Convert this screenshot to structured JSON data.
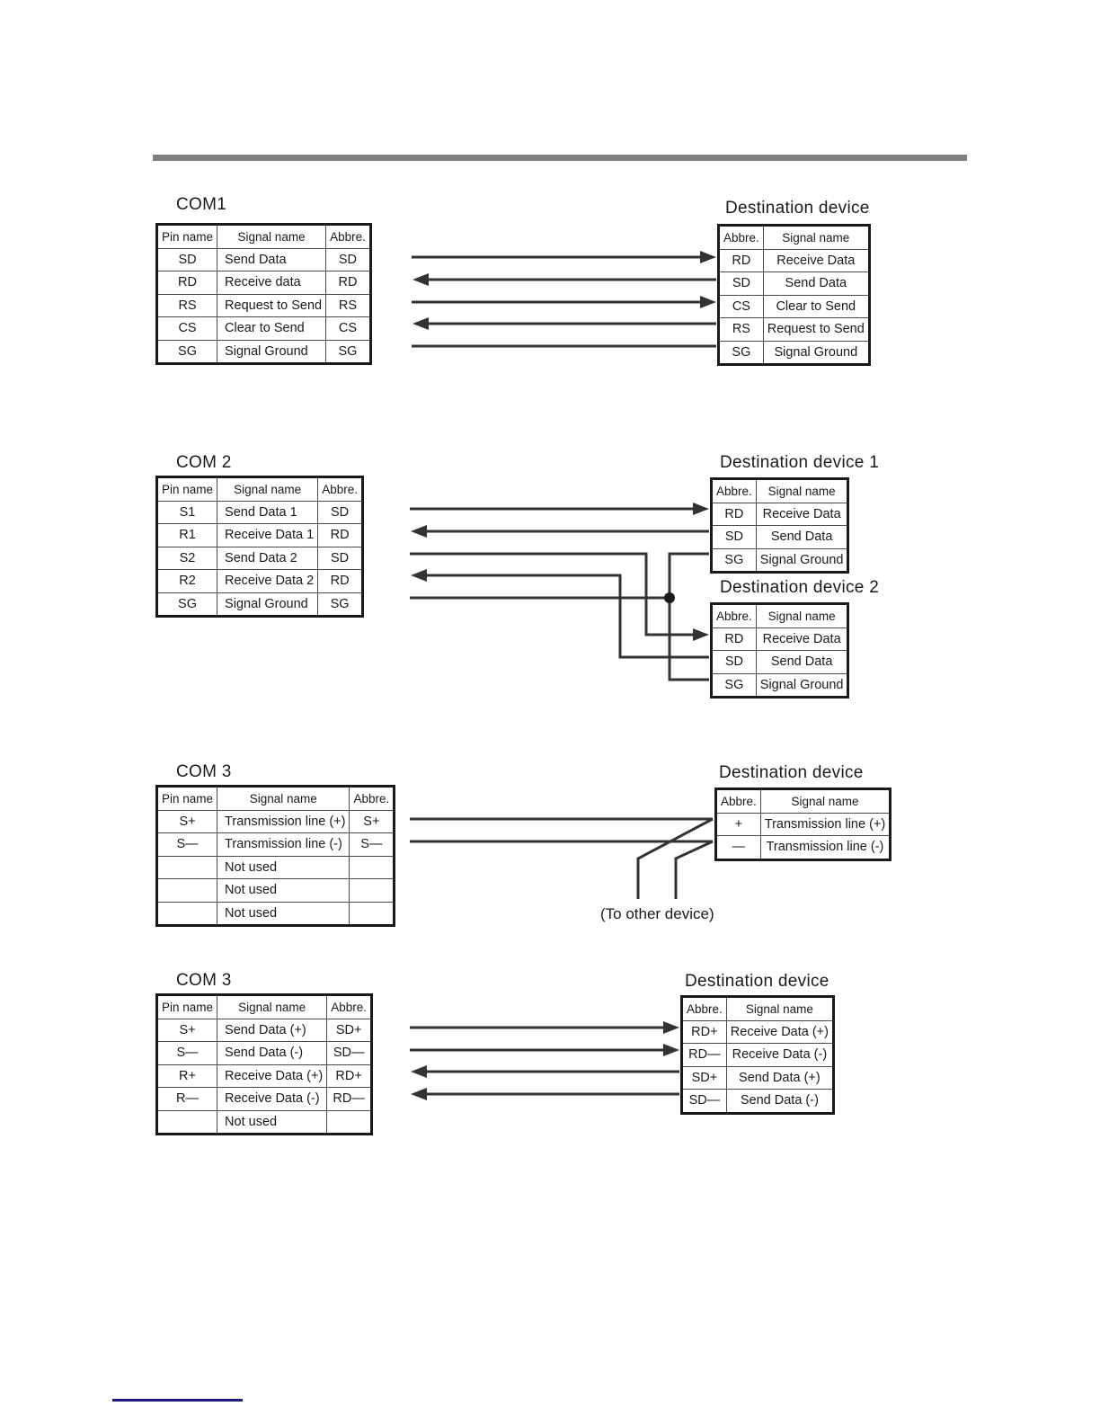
{
  "document": {
    "type": "serial-interface-wiring-diagrams",
    "header_rule_color": "#808080",
    "footer_rule_color": "#1a1a8c",
    "line_color": "#333333"
  },
  "common": {
    "header_pin_name": "Pin name",
    "header_signal_name": "Signal name",
    "header_abbre": "Abbre.",
    "not_used": "Not used",
    "blank": ""
  },
  "diagrams": [
    {
      "id": "com1-rs232c",
      "source_title": "COM1",
      "dest_title": "Destination device",
      "source_headers": [
        "Pin name",
        "Signal name",
        "Abbre."
      ],
      "dest_headers": [
        "Abbre.",
        "Signal name"
      ],
      "source_rows": [
        {
          "pin": "SD",
          "signal": "Send Data",
          "abbr": "SD"
        },
        {
          "pin": "RD",
          "signal": "Receive data",
          "abbr": "RD"
        },
        {
          "pin": "RS",
          "signal": "Request to Send",
          "abbr": "RS"
        },
        {
          "pin": "CS",
          "signal": "Clear to Send",
          "abbr": "CS"
        },
        {
          "pin": "SG",
          "signal": "Signal Ground",
          "abbr": "SG"
        }
      ],
      "dest_rows": [
        {
          "abbr": "RD",
          "signal": "Receive Data"
        },
        {
          "abbr": "SD",
          "signal": "Send Data"
        },
        {
          "abbr": "CS",
          "signal": "Clear to Send"
        },
        {
          "abbr": "RS",
          "signal": "Request to Send"
        },
        {
          "abbr": "SG",
          "signal": "Signal Ground"
        }
      ],
      "connections": [
        {
          "from": "SD",
          "to": "RD",
          "direction": "right"
        },
        {
          "from": "RD",
          "to": "SD",
          "direction": "left"
        },
        {
          "from": "RS",
          "to": "CS",
          "direction": "right"
        },
        {
          "from": "CS",
          "to": "RS",
          "direction": "left"
        },
        {
          "from": "SG",
          "to": "SG",
          "direction": "none"
        }
      ]
    },
    {
      "id": "com2-dual-device",
      "source_title": "COM 2",
      "dest1_title": "Destination device 1",
      "dest2_title": "Destination device 2",
      "source_headers": [
        "Pin name",
        "Signal name",
        "Abbre."
      ],
      "dest_headers": [
        "Abbre.",
        "Signal name"
      ],
      "source_rows": [
        {
          "pin": "S1",
          "signal": "Send Data 1",
          "abbr": "SD"
        },
        {
          "pin": "R1",
          "signal": "Receive Data 1",
          "abbr": "RD"
        },
        {
          "pin": "S2",
          "signal": "Send Data 2",
          "abbr": "SD"
        },
        {
          "pin": "R2",
          "signal": "Receive Data 2",
          "abbr": "RD"
        },
        {
          "pin": "SG",
          "signal": "Signal Ground",
          "abbr": "SG"
        }
      ],
      "dest1_rows": [
        {
          "abbr": "RD",
          "signal": "Receive Data"
        },
        {
          "abbr": "SD",
          "signal": "Send Data"
        },
        {
          "abbr": "SG",
          "signal": "Signal Ground"
        }
      ],
      "dest2_rows": [
        {
          "abbr": "RD",
          "signal": "Receive Data"
        },
        {
          "abbr": "SD",
          "signal": "Send Data"
        },
        {
          "abbr": "SG",
          "signal": "Signal Ground"
        }
      ],
      "connections": [
        {
          "from": "S1",
          "to": "device1.RD",
          "direction": "right"
        },
        {
          "from": "R1",
          "to": "device1.SD",
          "direction": "left"
        },
        {
          "from": "S2",
          "to": "device2.RD",
          "direction": "right"
        },
        {
          "from": "R2",
          "to": "device2.SD",
          "direction": "left"
        },
        {
          "from": "SG",
          "to": "device1.SG + device2.SG",
          "direction": "none",
          "junction": true
        }
      ]
    },
    {
      "id": "com3-two-wire",
      "source_title": "COM 3",
      "dest_title": "Destination device",
      "source_headers": [
        "Pin name",
        "Signal name",
        "Abbre."
      ],
      "dest_headers": [
        "Abbre.",
        "Signal name"
      ],
      "source_rows": [
        {
          "pin": "S+",
          "signal": "Transmission line (+)",
          "abbr": "S+"
        },
        {
          "pin": "S—",
          "signal": "Transmission line (-)",
          "abbr": "S—"
        },
        {
          "pin": "",
          "signal": "Not used",
          "abbr": ""
        },
        {
          "pin": "",
          "signal": "Not used",
          "abbr": ""
        },
        {
          "pin": "",
          "signal": "Not used",
          "abbr": ""
        }
      ],
      "dest_rows": [
        {
          "abbr": "+",
          "signal": "Transmission line (+)"
        },
        {
          "abbr": "—",
          "signal": "Transmission line (-)"
        }
      ],
      "annotation": "(To other device)",
      "connections": [
        {
          "from": "S+",
          "to": "+",
          "direction": "none"
        },
        {
          "from": "S—",
          "to": "—",
          "direction": "none"
        }
      ]
    },
    {
      "id": "com3-four-wire",
      "source_title": "COM 3",
      "dest_title": "Destination device",
      "source_headers": [
        "Pin name",
        "Signal name",
        "Abbre."
      ],
      "dest_headers": [
        "Abbre.",
        "Signal name"
      ],
      "source_rows": [
        {
          "pin": "S+",
          "signal": "Send Data (+)",
          "abbr": "SD+"
        },
        {
          "pin": "S—",
          "signal": "Send Data (-)",
          "abbr": "SD—"
        },
        {
          "pin": "R+",
          "signal": "Receive Data (+)",
          "abbr": "RD+"
        },
        {
          "pin": "R—",
          "signal": "Receive Data (-)",
          "abbr": "RD—"
        },
        {
          "pin": "",
          "signal": "Not used",
          "abbr": ""
        }
      ],
      "dest_rows": [
        {
          "abbr": "RD+",
          "signal": "Receive Data (+)"
        },
        {
          "abbr": "RD—",
          "signal": "Receive Data (-)"
        },
        {
          "abbr": "SD+",
          "signal": "Send Data (+)"
        },
        {
          "abbr": "SD—",
          "signal": "Send Data (-)"
        }
      ],
      "connections": [
        {
          "from": "SD+",
          "to": "RD+",
          "direction": "right"
        },
        {
          "from": "SD—",
          "to": "RD—",
          "direction": "right"
        },
        {
          "from": "RD+",
          "to": "SD+",
          "direction": "left"
        },
        {
          "from": "RD—",
          "to": "SD—",
          "direction": "left"
        }
      ]
    }
  ]
}
